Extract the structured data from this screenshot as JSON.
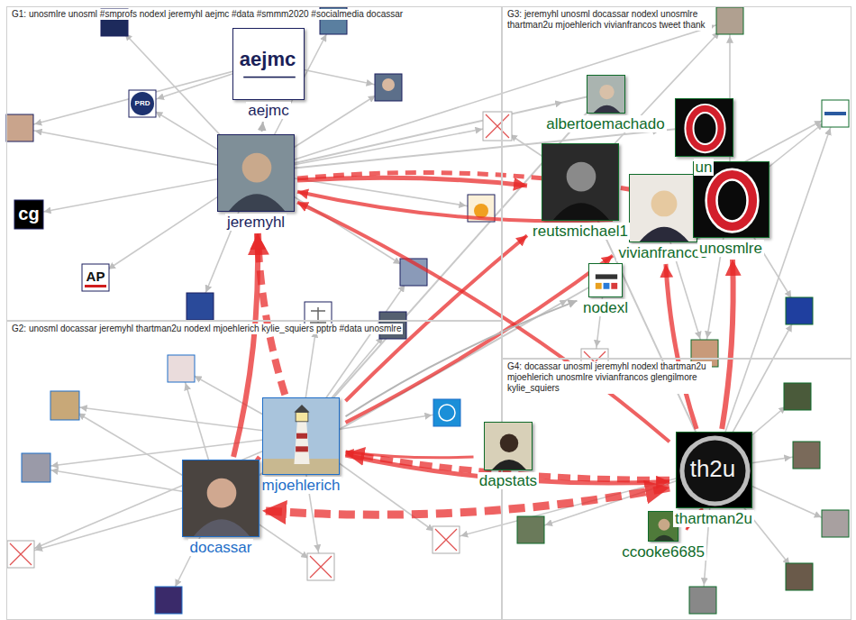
{
  "diagram": {
    "nodes": [
      {
        "text": [
          "G1: unosmlre unosml #smprofs nodexl jeremyhl aejmc #data #smmm2020 #socialmedia docassar"
        ]
      },
      {
        "text": [
          "aejmc"
        ],
        "in": 0
      },
      {
        "text": [
          "jeremyhl"
        ],
        "in": 0
      },
      {
        "text": [
          "G3: jeremyhl unosml docassar nodexl unosmlre thartman2u mjoehlerich vivianfrancos tweet thank"
        ]
      },
      {
        "text": [
          "albertoemachado"
        ],
        "in": 3
      },
      {
        "text": [
          "un"
        ],
        "in": 3
      },
      {
        "text": [
          "reutsmichael1"
        ],
        "in": 3
      },
      {
        "text": [
          "vivianfrancos"
        ],
        "in": 3
      },
      {
        "text": [
          "unosmlre"
        ],
        "in": 3
      },
      {
        "text": [
          "nodexl"
        ],
        "in": 3
      },
      {
        "text": [
          "G2: unosml docassar jeremyhl thartman2u nodexl mjoehlerich kylie_squiers pptrb #data unosmlre"
        ]
      },
      {
        "text": [
          "mjoehlerich"
        ],
        "in": 10
      },
      {
        "text": [
          "docassar"
        ],
        "in": 10
      },
      {
        "text": [
          "G4: docassar unosml jeremyhl nodexl thartman2u mjoehlerich unosmlre vivianfrancos glengilmore kylie_squiers"
        ]
      },
      {
        "text": [
          "dapstats"
        ],
        "in": 13
      },
      {
        "text": [
          "thartman2u"
        ],
        "in": 13
      },
      {
        "text": [
          "ccooke6685"
        ],
        "in": 13
      }
    ],
    "edges": [
      {
        "from": 11,
        "to": 2,
        "arrow": "to"
      },
      {
        "from": 12,
        "to": 2,
        "arrow": "to"
      },
      {
        "from": 15,
        "to": 12,
        "arrow": "both"
      },
      {
        "from": 15,
        "to": 11,
        "arrow": "to"
      },
      {
        "from": 11,
        "to": 15,
        "arrow": "to"
      },
      {
        "from": 2,
        "to": 8,
        "arrow": "to"
      },
      {
        "from": 2,
        "to": 6,
        "arrow": "to"
      },
      {
        "from": 15,
        "to": 8,
        "arrow": "to"
      },
      {
        "from": 15,
        "to": 7,
        "arrow": "to"
      },
      {
        "from": 11,
        "to": 7,
        "arrow": "to"
      },
      {
        "from": 11,
        "to": 6,
        "arrow": "to"
      },
      {
        "from": 12,
        "to": 11,
        "arrow": "to"
      },
      {
        "from": 15,
        "to": 2,
        "arrow": "to"
      },
      {
        "from": 16,
        "to": 15,
        "arrow": "to"
      },
      {
        "from": 14,
        "to": 11,
        "arrow": "to"
      },
      {
        "from": 2,
        "to": 1,
        "arrow": "to"
      },
      {
        "from": 11,
        "to": 9,
        "arrow": "to"
      },
      {
        "from": 7,
        "to": 2,
        "arrow": "to"
      }
    ],
    "labels": [
      "aejmc",
      "PRD",
      "cg",
      "AP",
      "th2u"
    ]
  }
}
